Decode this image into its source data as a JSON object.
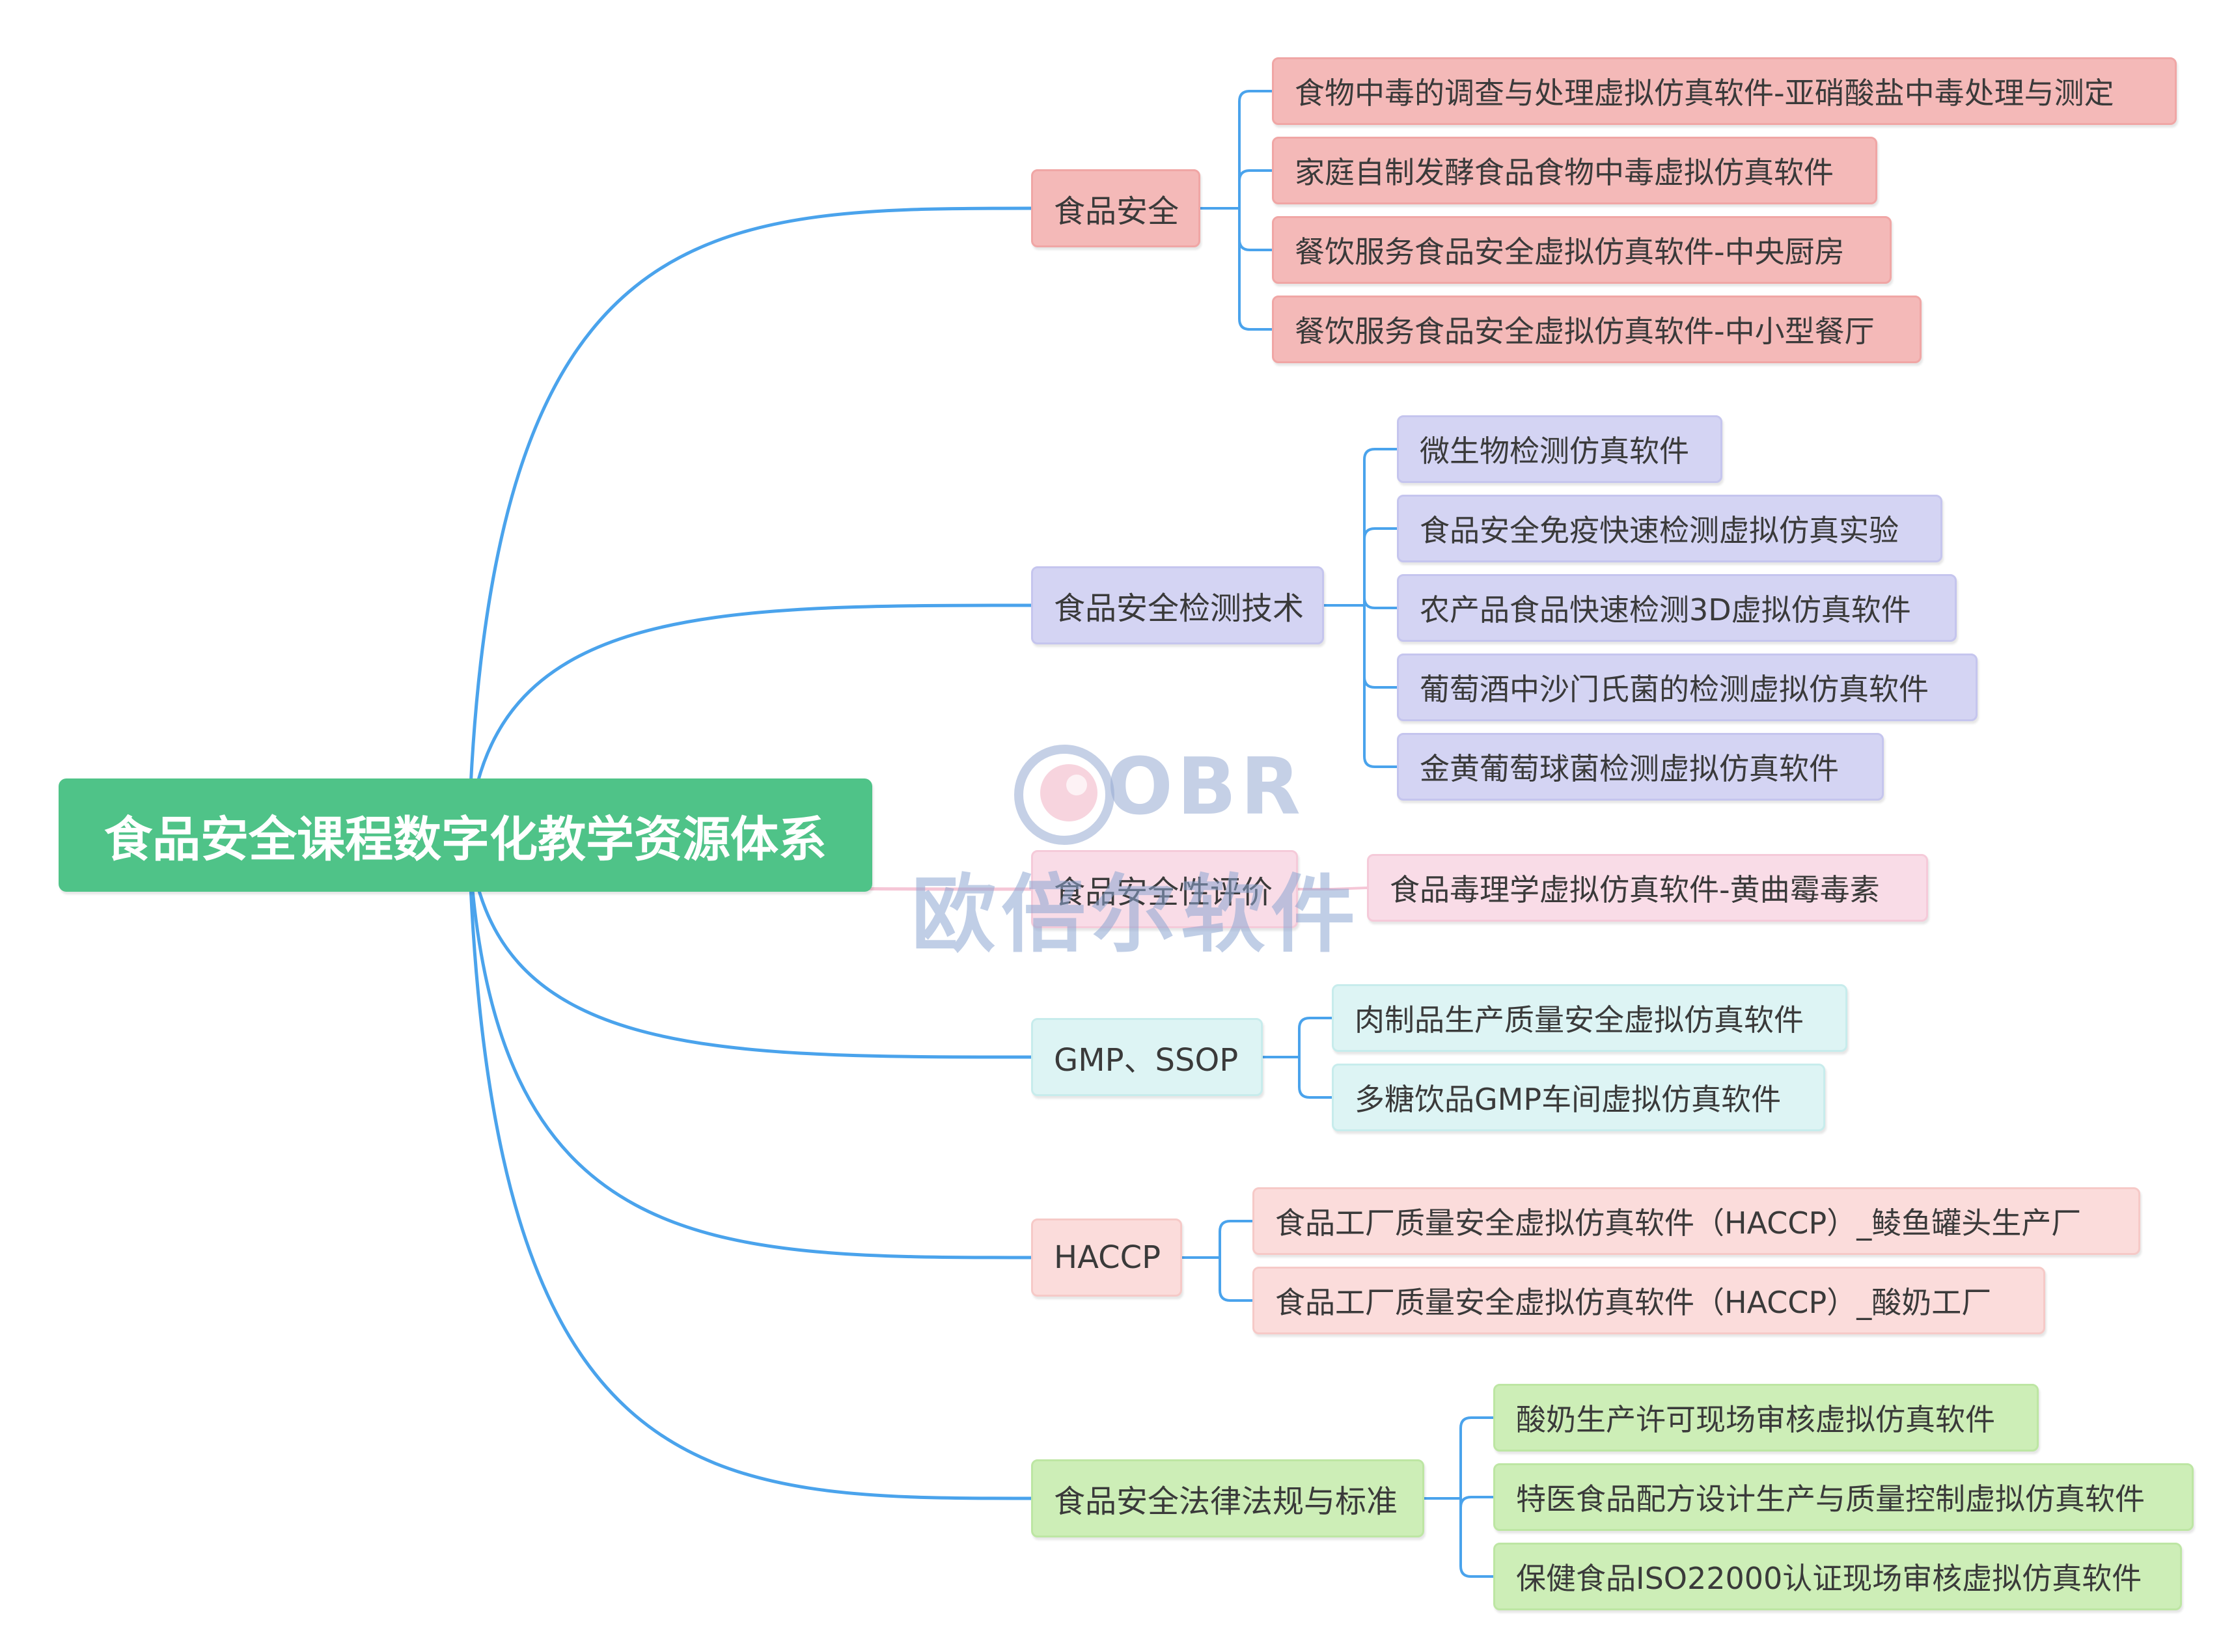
{
  "root": {
    "label": "食品安全课程数字化教学资源体系"
  },
  "branches": [
    {
      "label": "食品安全",
      "color": "red",
      "children": [
        "食物中毒的调查与处理虚拟仿真软件-亚硝酸盐中毒处理与测定",
        "家庭自制发酵食品食物中毒虚拟仿真软件",
        "餐饮服务食品安全虚拟仿真软件-中央厨房",
        "餐饮服务食品安全虚拟仿真软件-中小型餐厅"
      ]
    },
    {
      "label": "食品安全检测技术",
      "color": "purple",
      "children": [
        "微生物检测仿真软件",
        "食品安全免疫快速检测虚拟仿真实验",
        "农产品食品快速检测3D虚拟仿真软件",
        "葡萄酒中沙门氏菌的检测虚拟仿真软件",
        "金黄葡萄球菌检测虚拟仿真软件"
      ]
    },
    {
      "label": "食品安全性评价",
      "color": "pink",
      "children": [
        "食品毒理学虚拟仿真软件-黄曲霉毒素"
      ]
    },
    {
      "label": "GMP、SSOP",
      "color": "cyan",
      "children": [
        "肉制品生产质量安全虚拟仿真软件",
        "多糖饮品GMP车间虚拟仿真软件"
      ]
    },
    {
      "label": "HACCP",
      "color": "rose",
      "children": [
        "食品工厂质量安全虚拟仿真软件（HACCP）_鲮鱼罐头生产厂",
        "食品工厂质量安全虚拟仿真软件（HACCP）_酸奶工厂"
      ]
    },
    {
      "label": "食品安全法律法规与标准",
      "color": "green",
      "children": [
        "酸奶生产许可现场审核虚拟仿真软件",
        "特医食品配方设计生产与质量控制虚拟仿真软件",
        "保健食品ISO22000认证现场审核虚拟仿真软件"
      ]
    }
  ],
  "colors": {
    "link": "#4aa3ec",
    "pink_link": "#f5c6d6"
  },
  "watermark": {
    "brand": "OBR",
    "text": "欧倍尔软件"
  }
}
